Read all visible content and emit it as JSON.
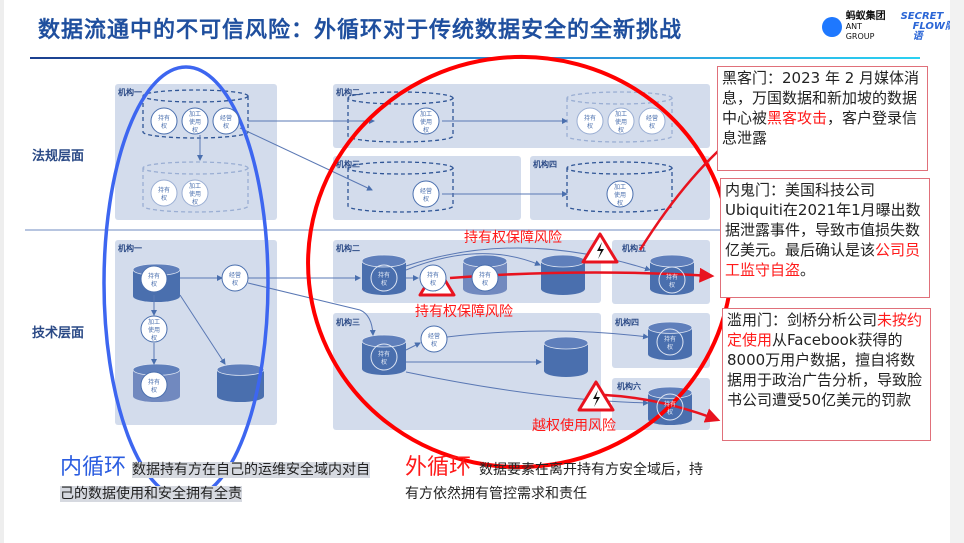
{
  "title": "数据流通中的不可信风险：外循环对于传统数据安全的全新挑战",
  "logo": {
    "ant_cn": "蚂蚁集团",
    "ant_en": "ANT GROUP",
    "sf_line1": "SECRET",
    "sf_line2": "FLOW隐语"
  },
  "layers": {
    "legal": "法规层面",
    "tech": "技术层面"
  },
  "orgs": {
    "org1": "机构一",
    "org2": "机构二",
    "org3": "机构三",
    "org4": "机构四",
    "org5": "机构五",
    "org6": "机构六"
  },
  "rights": {
    "hold": [
      "持有",
      "权"
    ],
    "process": [
      "加工",
      "使用",
      "权"
    ],
    "operate": [
      "经营",
      "权"
    ]
  },
  "risks": {
    "hold_risk_top": "持有权保障风险",
    "hold_risk_bottom": "持有权保障风险",
    "overreach_risk": "越权使用风险"
  },
  "callouts": [
    {
      "head": "黑客门：",
      "parts": [
        "2023 年 2 月媒体消息，万国数据和新加坡的数据中心被",
        "黑客攻击",
        "，客户登录信息泄露"
      ]
    },
    {
      "head": "内鬼门：",
      "parts": [
        "美国科技公司Ubiquiti在2021年1月曝出数据泄露事件，导致市值损失数亿美元。最后确认是该",
        "公司员工监守自盗",
        "。"
      ]
    },
    {
      "head": "滥用门：",
      "parts": [
        "剑桥分析公司",
        "未按约定使用",
        "从Facebook获得的8000万用户数据，擅自将数据用于政治广告分析，导致脸书公司遭受50亿美元的罚款"
      ]
    }
  ],
  "inner_loop": {
    "label": "内循环",
    "desc": "数据持有方在自己的运维安全域内对自己的数据使用和安全拥有全责"
  },
  "outer_loop": {
    "label": "外循环",
    "desc": "数据要素在离开持有方安全域后，持有方依然拥有管控需求和责任"
  },
  "colors": {
    "title": "#1f4f9e",
    "panel": "#d3dcec",
    "cyl": "#4a6fae",
    "blue_ring": "#3d66f0",
    "red_ring": "#ff0000"
  }
}
